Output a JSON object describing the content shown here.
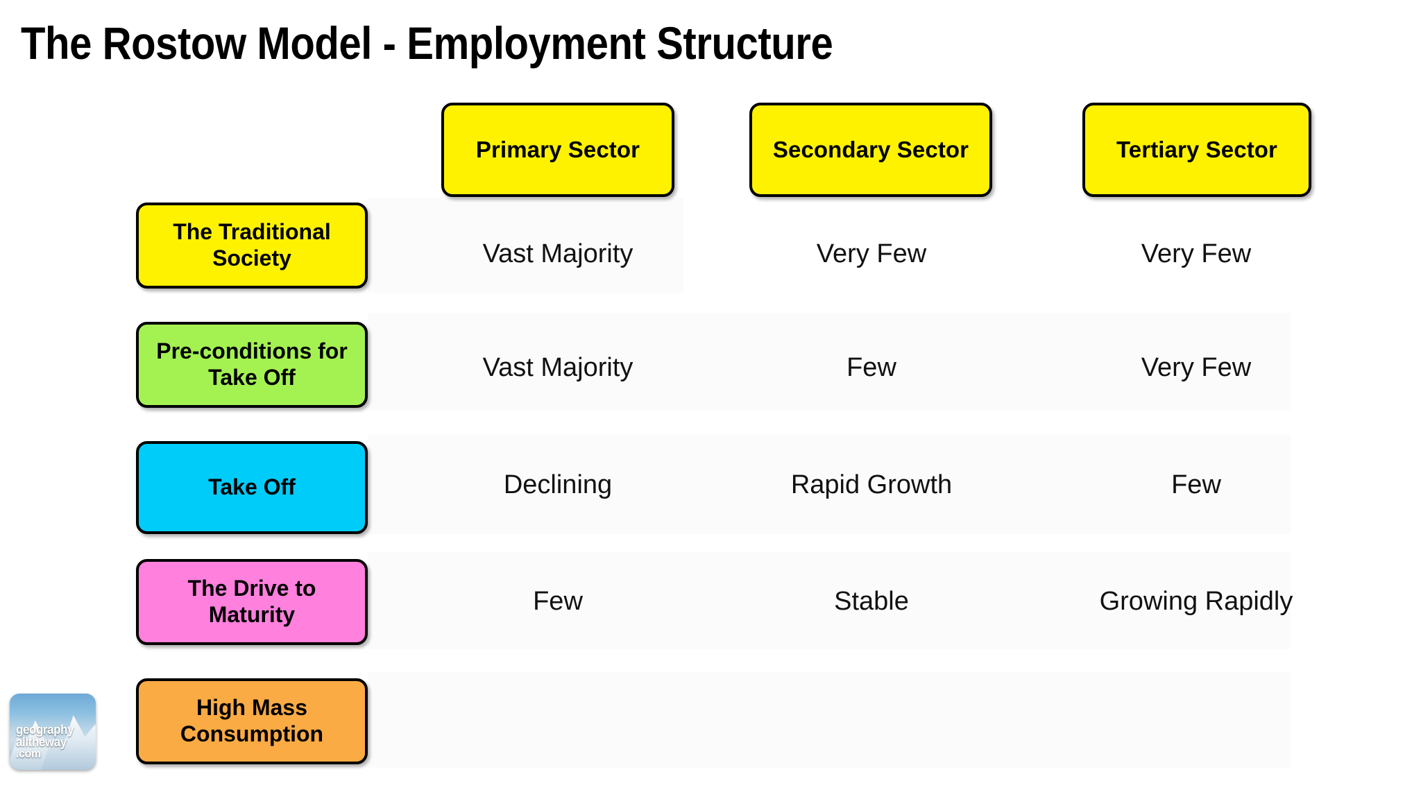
{
  "page": {
    "title": "The Rostow Model - Employment Structure",
    "background_color": "#FFFFFF"
  },
  "colors": {
    "header_yellow": "#FFF200",
    "stage_yellow": "#FFF200",
    "stage_green": "#A4F252",
    "stage_cyan": "#00CCF9",
    "stage_pink": "#FF80DD",
    "stage_orange": "#FBAB44",
    "border": "#000000",
    "text": "#000000"
  },
  "table": {
    "column_headers": [
      {
        "label": "Primary Sector",
        "color": "#FFF200"
      },
      {
        "label": "Secondary Sector",
        "color": "#FFF200"
      },
      {
        "label": "Tertiary Sector",
        "color": "#FFF200"
      }
    ],
    "rows": [
      {
        "stage": "The Traditional Society",
        "color": "#FFF200",
        "cells": [
          "Vast Majority",
          "Very Few",
          "Very Few"
        ]
      },
      {
        "stage": "Pre-conditions for Take Off",
        "color": "#A4F252",
        "cells": [
          "Vast Majority",
          "Few",
          "Very Few"
        ]
      },
      {
        "stage": "Take Off",
        "color": "#00CCF9",
        "cells": [
          "Declining",
          "Rapid Growth",
          "Few"
        ]
      },
      {
        "stage": "The Drive to Maturity",
        "color": "#FF80DD",
        "cells": [
          "Few",
          "Stable",
          "Growing Rapidly"
        ]
      },
      {
        "stage": "High Mass Consumption",
        "color": "#FBAB44",
        "cells": [
          "",
          "",
          ""
        ]
      }
    ]
  },
  "watermark": {
    "line1": "geography",
    "line2": "alltheway",
    "line3": ".com",
    "reflection": ".com"
  }
}
